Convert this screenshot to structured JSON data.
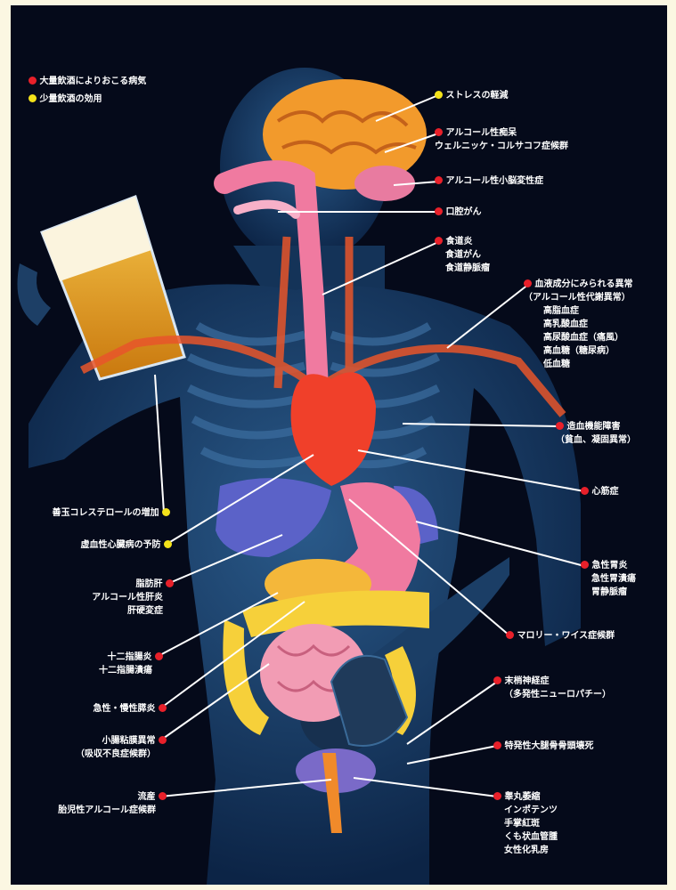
{
  "legend": {
    "heavy": "大量飲酒によりおこる病気",
    "light": "少量飲酒の効用"
  },
  "colors": {
    "heavy_dot": "#e8202a",
    "light_dot": "#f3e21a",
    "background": "#050a1a"
  },
  "right_labels": {
    "stress": "ストレスの軽減",
    "dementia": [
      "アルコール性痴呆",
      "ウェルニッケ・コルサコフ症候群"
    ],
    "cerebellum": "アルコール性小脳変性症",
    "oral": "口腔がん",
    "esophagus": [
      "食道炎",
      "食道がん",
      "食道静脈瘤"
    ],
    "blood": [
      "血液成分にみられる異常",
      "（アルコール性代謝異常）",
      "高脂血症",
      "高乳酸血症",
      "高尿酸血症（痛風）",
      "高血糖（糖尿病）",
      "低血糖"
    ],
    "hematopoietic": [
      "造血機能障害",
      "（貧血、凝固異常）"
    ],
    "cardiomyopathy": "心筋症",
    "gastritis": [
      "急性胃炎",
      "急性胃潰瘍",
      "胃静脈瘤"
    ],
    "mallory": "マロリー・ワイス症候群",
    "neuro": [
      "末梢神経症",
      "（多発性ニューロパチー）"
    ],
    "femoral": "特発性大腿骨骨頭壊死",
    "testicular": [
      "睾丸萎縮",
      "インポテンツ",
      "手掌紅斑",
      "くも状血管腫",
      "女性化乳房"
    ]
  },
  "left_labels": {
    "hdl": "善玉コレステロールの増加",
    "ischemic": "虚血性心臓病の予防",
    "liver": [
      "脂肪肝",
      "アルコール性肝炎",
      "肝硬変症"
    ],
    "duodenum": [
      "十二指腸炎",
      "十二指腸潰瘍"
    ],
    "pancreas": "急性・慢性膵炎",
    "intestine": [
      "小腸粘膜異常",
      "（吸収不良症候群）"
    ],
    "abortion": [
      "流産",
      "胎児性アルコール症候群"
    ]
  }
}
